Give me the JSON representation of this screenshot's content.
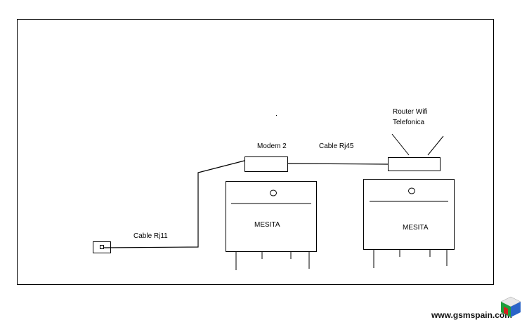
{
  "labels": {
    "modem": "Modem 2",
    "cable_rj45": "Cable Rj45",
    "router_line1": "Router Wifi",
    "router_line2": "Telefonica",
    "cable_rj11": "Cable Rj11",
    "mesita_left": "MESITA",
    "mesita_right": "MESITA"
  },
  "watermark": {
    "text": "www.gsmspain.com",
    "logo_icon": "cube-logo-icon",
    "colors": {
      "top": "#e8e8e8",
      "left": "#1e9e3a",
      "right": "#2a64c8",
      "front_red": "#d42020"
    }
  }
}
